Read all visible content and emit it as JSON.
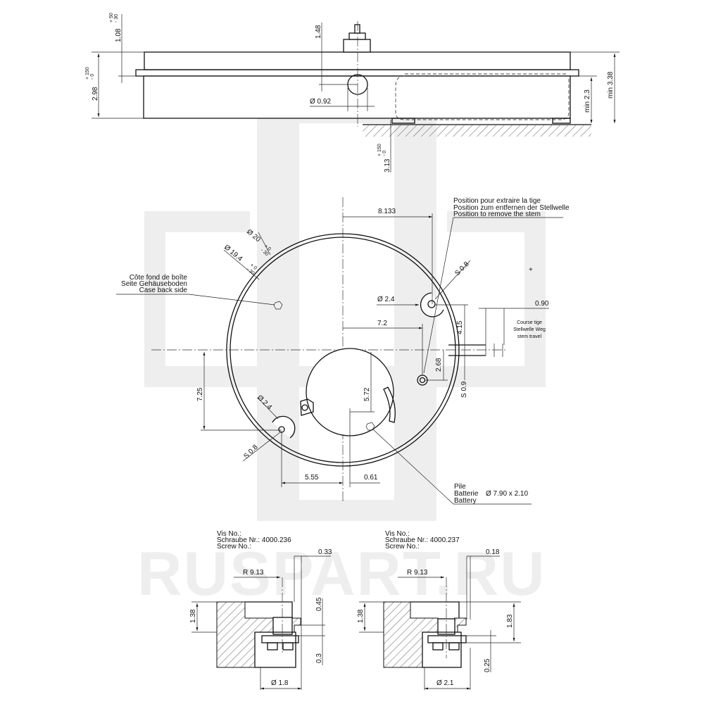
{
  "watermark": {
    "text": "RUSPART.RU",
    "color": "#eeeeee"
  },
  "side_view": {
    "dim_overall": "2.98",
    "dim_overall_tol_plus": "+ 150",
    "dim_overall_tol_minus": "- 0",
    "dim_flange": "1.08",
    "dim_flange_tol_plus": "+ 50",
    "dim_flange_tol_minus": "- 30",
    "dim_stem_height": "1.48",
    "dim_stem_diameter": "Ø 0.92",
    "dim_seat": "3.13",
    "dim_seat_tol_plus": "+ 150",
    "dim_seat_tol_minus": "- 0",
    "dim_min_inner": "min 2.3",
    "dim_min_outer": "min 3.38"
  },
  "plan_view": {
    "stem_position_label": [
      "Position pour extraire la tige",
      "Position zum entfernen der Stellwelle",
      "Position to remove the stem"
    ],
    "dim_8133": "8.133",
    "dia_outer": "Ø 20",
    "dia_outer_tol_plus": "+ 0",
    "dia_outer_tol_minus": "- 30",
    "dia_inner": "Ø 19.4",
    "dia_inner_tol_plus": "+ 0",
    "dia_inner_tol_minus": "- 30",
    "case_back_label": [
      "Côte fond de boîte",
      "Seite Gehäuseboden",
      "Case back side"
    ],
    "s08_right": "S 0.8",
    "dia24_right": "Ø 2.4",
    "dim_090": "0.90",
    "stem_travel_label": [
      "Course tige",
      "Stellwelle Weg",
      "stem travel"
    ],
    "dim_72": "7.2",
    "dim_415": "4.15",
    "dim_268": "2.68",
    "s09": "S 0.9",
    "dim_725": "7.25",
    "dim_572": "5.72",
    "dia24_left": "Ø 2.4",
    "s08_left": "S 0.8",
    "dim_555": "5.55",
    "dim_061": "0.61",
    "battery_label": [
      "Pile",
      "Batterie",
      "Battery"
    ],
    "battery_size": "Ø 7.90 x 2.10"
  },
  "screw_details": [
    {
      "label": [
        "Vis No.:",
        "Schraube Nr.: 4000.236",
        "Screw No.:"
      ],
      "dim_top": "0.33",
      "radius": "R 9.13",
      "dim_138": "1.38",
      "dim_right_a": "0.45",
      "dim_right_b": "0.3",
      "diameter": "Ø 1.8"
    },
    {
      "label": [
        "Vis No.:",
        "Schraube Nr.: 4000.237",
        "Screw No.:"
      ],
      "dim_top": "0.18",
      "radius": "R 9.13",
      "dim_138": "1.38",
      "dim_right_a": "1.83",
      "dim_right_b": "0.25",
      "diameter": "Ø 2.1"
    }
  ]
}
